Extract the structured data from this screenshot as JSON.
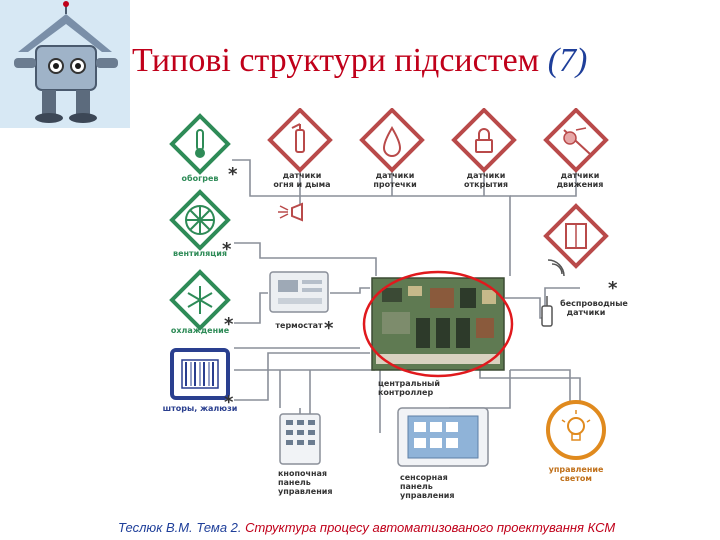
{
  "slide": {
    "title_main": "Типові структури підсистем",
    "title_number": "(7)"
  },
  "diagram": {
    "labels": {
      "heating": "обогрев",
      "ventilation": "вентиляция",
      "cooling": "охлаждение",
      "blinds": "шторы, жалюзи",
      "thermostat": "термостат",
      "fire_1": "датчики",
      "fire_2": "огня и дыма",
      "leak_1": "датчики",
      "leak_2": "протечки",
      "open_1": "датчики",
      "open_2": "открытия",
      "motion_1": "датчики",
      "motion_2": "движения",
      "wireless_1": "беспроводные",
      "wireless_2": "датчики",
      "controller_1": "центральный",
      "controller_2": "контроллер",
      "button_panel_1": "кнопочная",
      "button_panel_2": "панель",
      "button_panel_3": "управления",
      "touch_panel_1": "сенсорная",
      "touch_panel_2": "панель",
      "touch_panel_3": "управления",
      "light_1": "управление",
      "light_2": "светом",
      "asterisk": "*"
    },
    "colors": {
      "green": "#2e8b57",
      "red_icon": "#b94a4a",
      "blue": "#2a3f8f",
      "orange": "#e08a1e",
      "wire": "#8a8f99",
      "highlight": "#e0191d"
    },
    "icons": [
      "thermometer-icon",
      "fan-icon",
      "snowflake-icon",
      "barcode-blinds-icon",
      "extinguisher-icon",
      "drop-icon",
      "lock-icon",
      "motion-icon",
      "siren-icon",
      "door-icon",
      "lightbulb-icon"
    ]
  },
  "footer": {
    "author": "Теслюк В.М.",
    "tema": "Тема 2.",
    "topic": "Структура процесу автоматизованого проектування КСМ"
  }
}
